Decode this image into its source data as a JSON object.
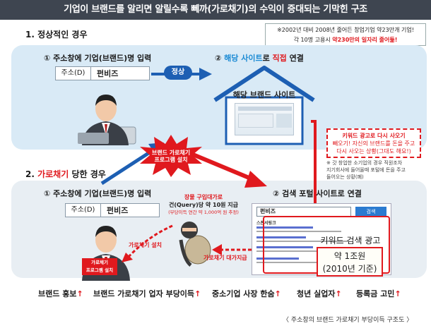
{
  "title": "기업이 브랜드를 알리면 알릴수록 뻬까(가로채기)의 수익이 증대되는 기막힌 구조",
  "note": {
    "line1_prefix": "※2002년 대비 2008년 줄어든 창업기업 약23만개 기업!",
    "line2_prefix": "각 10명 고용시 ",
    "line2_red": "약230만의 일자리 줄어듦!"
  },
  "section1": {
    "label": "1. 정상적인 경우",
    "step1": "① 주소창에 기업(브랜드)명 입력",
    "step2_prefix": "② ",
    "step2_blue": "해당 사이트",
    "step2_mid": "로 ",
    "step2_red": "직접",
    "step2_suffix": " 연결",
    "addr_key": "주소(D)",
    "addr_value": "펀비즈",
    "arrow_label": "정상",
    "house_label": "해당 브랜드 사이트"
  },
  "section2": {
    "label_prefix": "2. ",
    "label_red": "가로채기",
    "label_suffix": " 당한 경우",
    "step1": "① 주소창에 기업(브랜드)명 입력",
    "step2": "② 검색 포털 사이트로 연결",
    "addr_key": "주소(D)",
    "addr_value": "펀비즈",
    "burst_line1": "브랜드 가로채기",
    "burst_line2": "프로그램 설치",
    "keyword_note_line1": "키워드 광고로 다시 사오기",
    "keyword_note_line2": "빼오기! 자신의 브랜드를 돈을 주고",
    "keyword_note_line3": "다시 사오는 상황(그대도 해요!)",
    "small_note_line1": "※ 갓 창업한 소기업의 경우 직원조차",
    "small_note_line2": "지기회사에 들어올때 포털에 돈을 주고",
    "small_note_line3": "들어오는 상황(폐)",
    "money_line1": "장물 구입대가로",
    "money_line2": "건(Query)당 약 10원 지급",
    "money_line3": "(부당이득 연간 약 1,000억 원 추정)",
    "thief_label1": "가로채기 설치",
    "thief_label2": "가로채기 대가지급",
    "person_badge_line1": "가로채기",
    "person_badge_line2": "프로그램 설치",
    "portal_search": "펀비즈",
    "portal_button": "검색",
    "portal_result_head": "스폰서링크",
    "ad_line1": "키워드 검색 광고",
    "ad_line2": "약 1조원",
    "ad_line3": "(2010년 기준)"
  },
  "bottom": [
    {
      "text": "브랜드 홍보",
      "arrow": "↑"
    },
    {
      "text": "브랜드 가로채기 업자 부당이득",
      "arrow": "↑"
    },
    {
      "text": "중소기업 사장 한숨",
      "arrow": "↑"
    },
    {
      "text": "청년 실업자",
      "arrow": "↑"
    },
    {
      "text": "등록금 고민",
      "arrow": "↑"
    }
  ],
  "footer": "〈 주소창의 브랜드 가로채기 부당이득 구조도 〉",
  "colors": {
    "accent_red": "#e0191e",
    "accent_blue": "#1a8ad4",
    "arrow_blue": "#1d5fb3"
  }
}
